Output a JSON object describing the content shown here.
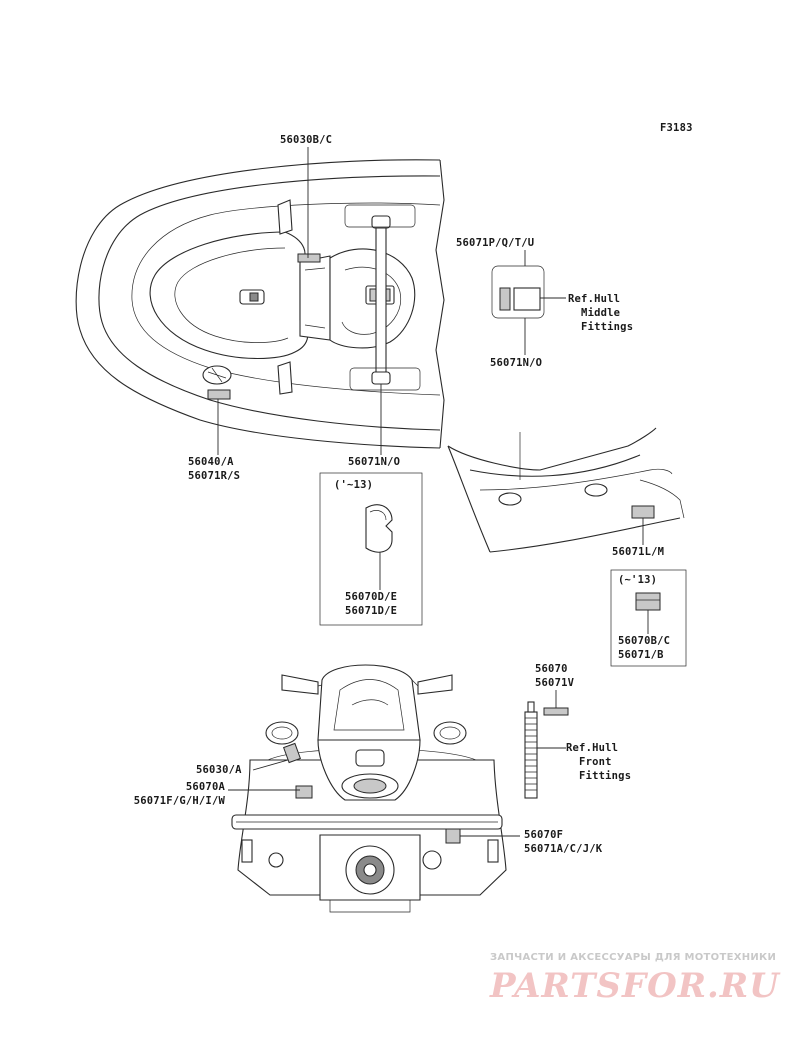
{
  "figure": {
    "code": "F3183"
  },
  "labels": {
    "top_center": "56030B/C",
    "top_right_group": "56071P/Q/T/U",
    "ref_hull_middle": "Ref.Hull\n  Middle\n  Fittings",
    "hull_middle_bottom": "56071N/O",
    "left_deck": "56040/A\n56071R/S",
    "steering": "56071N/O",
    "box1_header": "('~13)",
    "box1_parts": "56070D/E\n56071D/E",
    "seat_side": "56071L/M",
    "box2_header": "(~'13)",
    "box2_parts": "56070B/C\n56071/B",
    "front_item": "56070\n56071V",
    "ref_hull_front": "Ref.Hull\n  Front\n  Fittings",
    "rear_left_1": "56030/A",
    "rear_left_2": "56070A\n56071F/G/H/I/W",
    "rear_right": "56070F\n56071A/C/J/K"
  },
  "watermark": {
    "tagline": "ЗАПЧАСТИ И АКСЕССУАРЫ ДЛЯ МОТОТЕХНИКИ",
    "brand": "PARTSFOR.RU"
  }
}
